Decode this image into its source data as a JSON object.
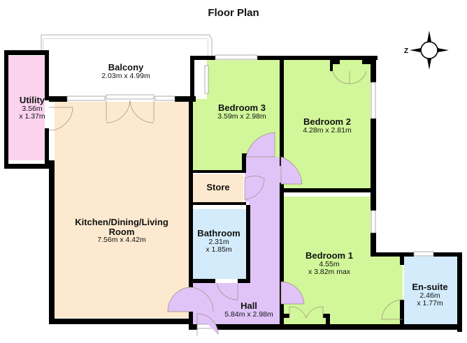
{
  "title": "Floor Plan",
  "compass": {
    "label": "Z",
    "icon": "compass-rose-icon"
  },
  "colors": {
    "wall": "#000000",
    "living": "#fde9cf",
    "bedroom": "#d2f79a",
    "utility": "#fbd3ee",
    "wet": "#d3ebfb",
    "hall": "#e0c4f8",
    "balcony": "#ffffff"
  },
  "rooms": [
    {
      "id": "balcony",
      "name": "Balcony",
      "dims": "2.03m x 4.99m"
    },
    {
      "id": "utility",
      "name": "Utility",
      "dims_line1": "3.56m",
      "dims_line2": "x 1.37m"
    },
    {
      "id": "kitchen",
      "name_line1": "Kitchen/Dining/Living",
      "name_line2": "Room",
      "dims": "7.56m x 4.42m"
    },
    {
      "id": "bedroom3",
      "name": "Bedroom 3",
      "dims": "3.59m x 2.98m"
    },
    {
      "id": "bedroom2",
      "name": "Bedroom 2",
      "dims": "4.28m x 2.81m"
    },
    {
      "id": "store",
      "name": "Store"
    },
    {
      "id": "bathroom",
      "name": "Bathroom",
      "dims_line1": "2.31m",
      "dims_line2": "x 1.85m"
    },
    {
      "id": "bedroom1",
      "name": "Bedroom 1",
      "dims_line1": "4.55m",
      "dims_line2": "x 3.82m max"
    },
    {
      "id": "ensuite",
      "name": "En-suite",
      "dims_line1": "2.46m",
      "dims_line2": "x 1.77m"
    },
    {
      "id": "hall",
      "name": "Hall",
      "dims": "5.84m x 2.98m"
    }
  ]
}
